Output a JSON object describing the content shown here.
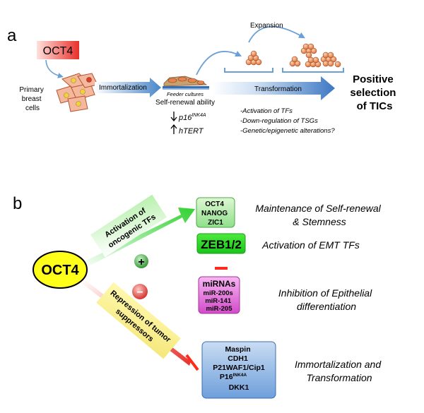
{
  "panel_a": {
    "label": "a",
    "oct4_label": "OCT4",
    "primary_cells_lines": [
      "Primary",
      "breast",
      "cells"
    ],
    "immortalization_label": "Immortalization",
    "feeder_label": "Feeder cultures",
    "self_renewal_label": "Self-renewal ability",
    "p16_base": "p16",
    "p16_sup": "INK4A",
    "htert_label": "hTERT",
    "expansion_label": "Expansion",
    "transformation_label": "Transformation",
    "positive_selection_lines": [
      "Positive",
      "selection",
      "of TICs"
    ],
    "notes": [
      "-Activation of TFs",
      "-Down-regulation of TSGs",
      "-Genetic/epigenetic alterations?"
    ]
  },
  "panel_b": {
    "label": "b",
    "oct4_label": "OCT4",
    "activation_lines": [
      "Activation of",
      "oncogenic TFs"
    ],
    "repression_lines": [
      "Repression of tumor",
      "suppressors"
    ],
    "plus_sign": "+",
    "minus_sign": "−",
    "stem_tfs": [
      "OCT4",
      "NANOG",
      "ZIC1"
    ],
    "zeb_label": "ZEB1/2",
    "mirna_title": "miRNAs",
    "mirna_items": [
      "miR-200s",
      "miR-141",
      "miR-205"
    ],
    "suppressors": [
      "Maspin",
      "CDH1",
      "P21WAF1/Cip1"
    ],
    "p16_base": "P16",
    "p16_sup": "INK4A",
    "dkk_label": "DKK1",
    "maintenance_lines": [
      "Maintenance of Self-renewal",
      "& Stemness"
    ],
    "emt_label": "Activation of EMT TFs",
    "inhibition_lines": [
      "Inhibition of Epithelial",
      "differentiation"
    ],
    "immortalization_lines": [
      "Immortalization and",
      "Transformation"
    ]
  },
  "colors": {
    "red": "#e8302a",
    "blue": "#4a86c9",
    "green": "#2fb82f",
    "magenta": "#d74fd0",
    "yellow": "#ffff1a",
    "cell_orange": "#e8844c"
  }
}
